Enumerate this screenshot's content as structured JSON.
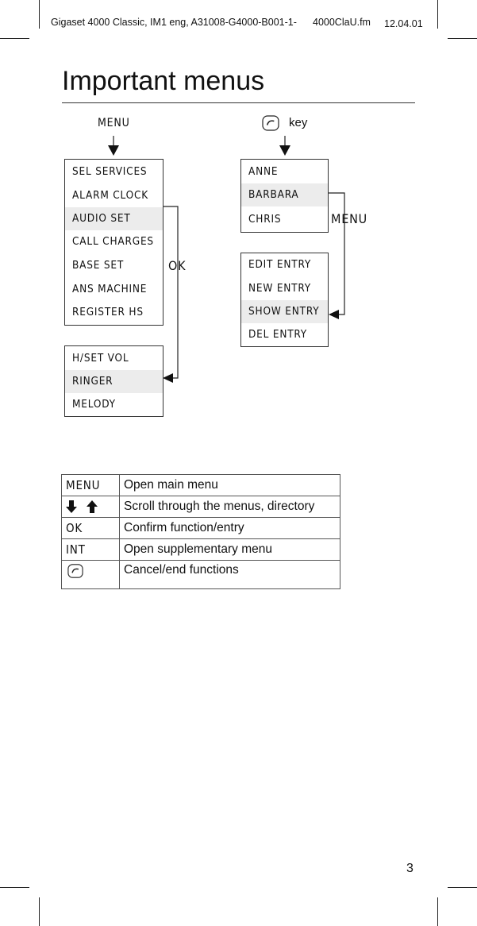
{
  "header": {
    "doc_info": "Gigaset 4000 Classic, IM1 eng, A31008-G4000-B001-1-",
    "file": "4000ClaU.fm",
    "date": "12.04.01"
  },
  "page": {
    "title": "Important menus",
    "number": "3"
  },
  "diagram": {
    "menu_label": "MENU",
    "key_label": "key",
    "ok_label": "OK",
    "menu_side_label": "MENU",
    "main_menu": [
      {
        "label": "SEL SERVICES"
      },
      {
        "label": "ALARM CLOCK"
      },
      {
        "label": "AUDIO SET"
      },
      {
        "label": "CALL CHARGES"
      },
      {
        "label": "BASE SET"
      },
      {
        "label": "ANS MACHINE"
      },
      {
        "label": "REGISTER HS"
      }
    ],
    "audio_menu": [
      {
        "label": "H/SET VOL"
      },
      {
        "label": "RINGER"
      },
      {
        "label": "MELODY"
      }
    ],
    "directory": [
      {
        "label": "ANNE"
      },
      {
        "label": "BARBARA"
      },
      {
        "label": "CHRIS"
      }
    ],
    "entry_menu": [
      {
        "label": "EDIT ENTRY"
      },
      {
        "label": "NEW ENTRY"
      },
      {
        "label": "SHOW ENTRY"
      },
      {
        "label": "DEL ENTRY"
      }
    ]
  },
  "legend": [
    {
      "key": "MENU",
      "description": "Open main menu"
    },
    {
      "key_icon": "down-up-arrow-keys-icon",
      "description": "Scroll through the menus, directory"
    },
    {
      "key": "OK",
      "description": "Confirm function/entry"
    },
    {
      "key": "INT",
      "description": "Open supplementary menu"
    },
    {
      "key_icon": "end-call-key-icon",
      "description": "Cancel/end functions"
    }
  ]
}
